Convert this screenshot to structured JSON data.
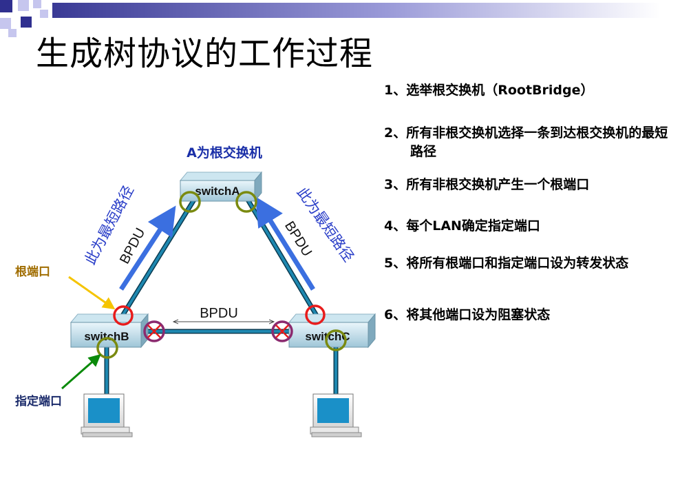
{
  "title": "生成树协议的工作过程",
  "steps": [
    "1、选举根交换机（RootBridge）",
    "2、所有非根交换机选择一条到达根交换机的最短路径",
    "3、所有非根交换机产生一个根端口",
    "4、每个LAN确定指定端口",
    "5、将所有根端口和指定端口设为转发状态",
    "6、将其他端口设为阻塞状态"
  ],
  "diagram": {
    "root_label": "A为根交换机",
    "switches": [
      "switchA",
      "switchB",
      "switchC"
    ],
    "bpdu_label": "BPDU",
    "shortest_path_label": "此为最短路径",
    "root_port_label": "根端口",
    "designated_port_label": "指定端口"
  },
  "colors": {
    "link": "#1e88b0",
    "arrow": "#3b6fe0",
    "root_port_circle": "#e81c1c",
    "designated_port_circle": "#7a8a10",
    "blocked_port": "#8b2a6f",
    "root_label": "#1a2fa8",
    "yellow_arrow": "#f5c400",
    "green_arrow": "#0a8a0a",
    "deco_dark": "#2f2f8f",
    "deco_light": "#c6c6ee"
  }
}
